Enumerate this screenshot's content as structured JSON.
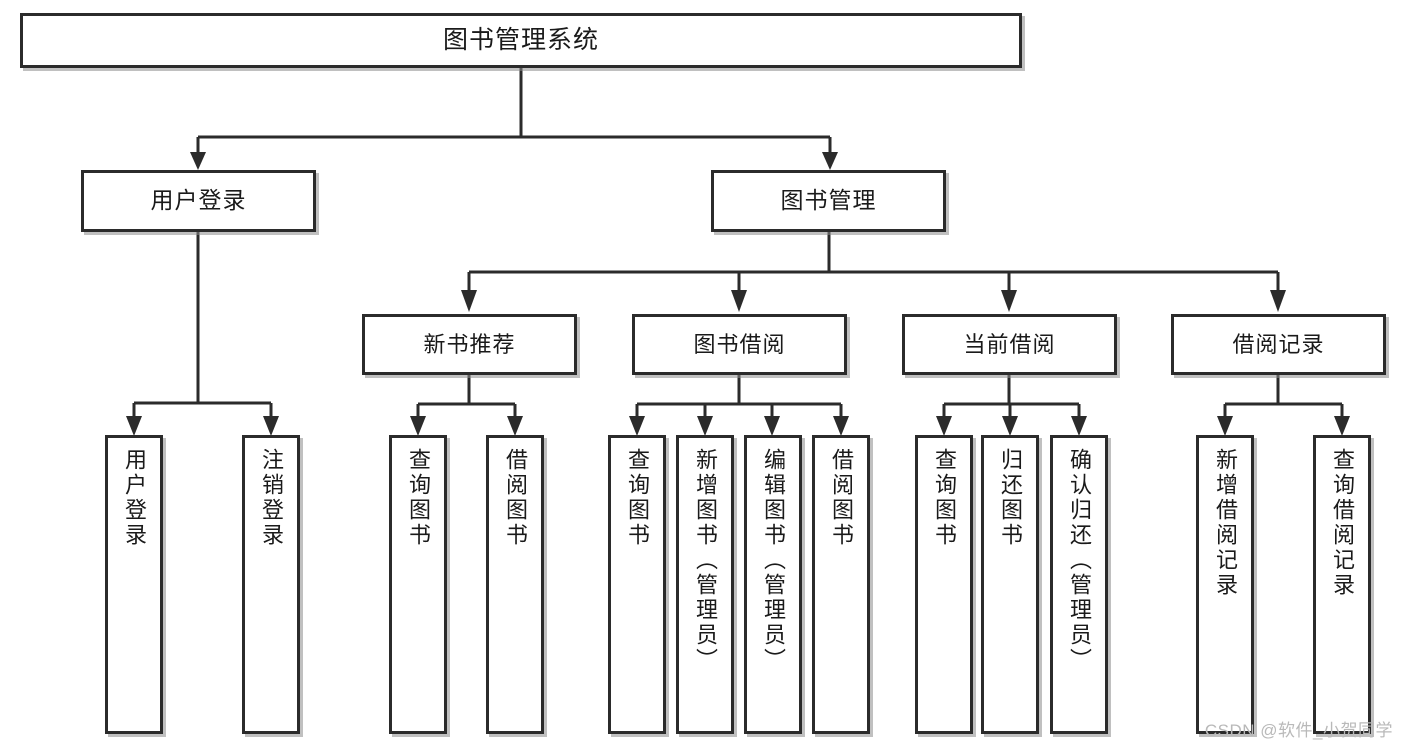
{
  "diagram": {
    "title": "图书管理系统",
    "watermark": "CSDN @软件_小贺同学",
    "line_color": "#2b2b2b",
    "box_fill": "#ffffff",
    "shadow_color": "#8c8c8c",
    "watermark_color": "#b9b9b9"
  },
  "nodes": {
    "root": {
      "label": "图书管理系统"
    },
    "level2": [
      {
        "label": "用户登录"
      },
      {
        "label": "图书管理"
      }
    ],
    "level3": [
      {
        "label": "新书推荐"
      },
      {
        "label": "图书借阅"
      },
      {
        "label": "当前借阅"
      },
      {
        "label": "借阅记录"
      }
    ],
    "leaves": {
      "user_login": [
        {
          "label": "用户登录"
        },
        {
          "label": "注销登录"
        }
      ],
      "new_book": [
        {
          "label": "查询图书"
        },
        {
          "label": "借阅图书"
        }
      ],
      "book_borrow": [
        {
          "label": "查询图书"
        },
        {
          "label": "新增图书（管理员）"
        },
        {
          "label": "编辑图书（管理员）"
        },
        {
          "label": "借阅图书"
        }
      ],
      "current_borrow": [
        {
          "label": "查询图书"
        },
        {
          "label": "归还图书"
        },
        {
          "label": "确认归还（管理员）"
        }
      ],
      "borrow_record": [
        {
          "label": "新增借阅记录"
        },
        {
          "label": "查询借阅记录"
        }
      ]
    }
  },
  "chart_data": {
    "type": "diagram",
    "subtype": "tree",
    "title": "图书管理系统",
    "orientation": "top-down",
    "tree": {
      "label": "图书管理系统",
      "children": [
        {
          "label": "用户登录",
          "children": [
            {
              "label": "用户登录"
            },
            {
              "label": "注销登录"
            }
          ]
        },
        {
          "label": "图书管理",
          "children": [
            {
              "label": "新书推荐",
              "children": [
                {
                  "label": "查询图书"
                },
                {
                  "label": "借阅图书"
                }
              ]
            },
            {
              "label": "图书借阅",
              "children": [
                {
                  "label": "查询图书"
                },
                {
                  "label": "新增图书（管理员）"
                },
                {
                  "label": "编辑图书（管理员）"
                },
                {
                  "label": "借阅图书"
                }
              ]
            },
            {
              "label": "当前借阅",
              "children": [
                {
                  "label": "查询图书"
                },
                {
                  "label": "归还图书"
                },
                {
                  "label": "确认归还（管理员）"
                }
              ]
            },
            {
              "label": "借阅记录",
              "children": [
                {
                  "label": "新增借阅记录"
                },
                {
                  "label": "查询借阅记录"
                }
              ]
            }
          ]
        }
      ]
    }
  }
}
